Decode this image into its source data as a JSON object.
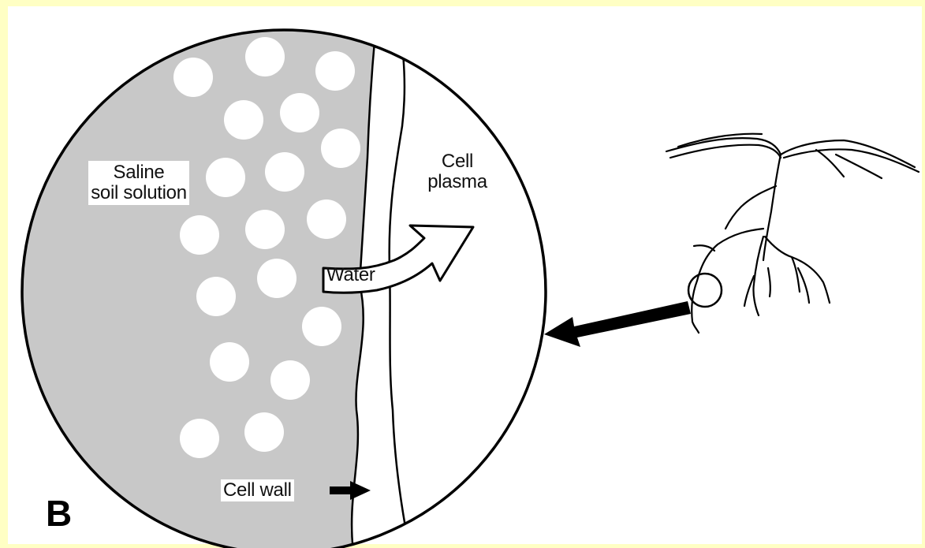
{
  "diagram": {
    "panel_letter": "B",
    "labels": {
      "saline_soil_solution_line1": "Saline",
      "saline_soil_solution_line2": "soil solution",
      "cell_plasma_line1": "Cell",
      "cell_plasma_line2": "plasma",
      "water": "Water",
      "cell_wall": "Cell wall"
    },
    "colors": {
      "background": "#ffffc4",
      "soil_solution": "#c8c8c8",
      "salt_particle": "#ffffff",
      "ink": "#000000"
    }
  }
}
